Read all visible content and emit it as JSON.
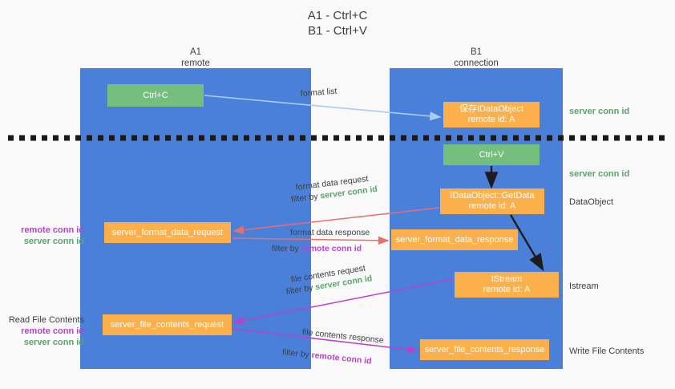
{
  "title": {
    "line1": "A1 - Ctrl+C",
    "line2": "B1 - Ctrl+V"
  },
  "columns": [
    {
      "name": "A1",
      "role": "remote"
    },
    {
      "name": "B1",
      "role": "connection"
    }
  ],
  "boxes": {
    "ctrl_c": {
      "label": "Ctrl+C",
      "color": "#74bf7d",
      "lane": "A1"
    },
    "save_idataobject": {
      "label": "保存IDataObject",
      "sub": "remote id: A",
      "color": "#fbb04c",
      "lane": "B1"
    },
    "ctrl_v": {
      "label": "Ctrl+V",
      "color": "#74bf7d",
      "lane": "B1"
    },
    "getdata": {
      "label": "IDataObject::GetData",
      "sub": "remote id: A",
      "color": "#fbb04c",
      "lane": "B1"
    },
    "format_data_request": {
      "label": "server_format_data_request",
      "color": "#fbb04c",
      "lane": "A1"
    },
    "format_data_response": {
      "label": "server_format_data_response",
      "color": "#fbb04c",
      "lane": "B1"
    },
    "istream": {
      "label": "IStream",
      "sub": "remote id: A",
      "color": "#fbb04c",
      "lane": "B1"
    },
    "file_contents_request": {
      "label": "server_file_contents_request",
      "color": "#fbb04c",
      "lane": "A1"
    },
    "file_contents_response": {
      "label": "server_file_contents_response",
      "color": "#fbb04c",
      "lane": "B1"
    }
  },
  "flows": {
    "format_list": {
      "label": "format list",
      "color": "#a8cdf0"
    },
    "format_data_request": {
      "label": "format data request",
      "filter_prefix": "filter by ",
      "filter_target": "server conn id",
      "color": "#e8706b"
    },
    "format_data_response": {
      "label": "format data response",
      "filter_prefix": "filter by ",
      "filter_target": "remote conn id",
      "color": "#e8706b"
    },
    "file_contents_request": {
      "label": "file contents request",
      "filter_prefix": "filter by ",
      "filter_target": "server conn id",
      "color": "#c council"
    },
    "file_contents_response": {
      "label": "file contents response",
      "filter_prefix": "filter by ",
      "filter_target": "remote conn id",
      "color": "#b744c8"
    }
  },
  "annotations": {
    "right": [
      {
        "text": "server conn id",
        "style": "green"
      },
      {
        "text": "server conn id",
        "style": "green"
      },
      {
        "text": "DataObject",
        "style": "plain"
      },
      {
        "text": "Istream",
        "style": "plain"
      },
      {
        "text": "Write File Contents",
        "style": "plain"
      }
    ],
    "left": {
      "read_file_contents": "Read File Contents",
      "remote_conn_id": "remote conn id",
      "server_conn_id": "server conn id"
    }
  },
  "colors": {
    "lane": "#4a80da",
    "green_box": "#74bf7d",
    "orange_box": "#fbb04c",
    "green_text": "#5aa469",
    "magenta_text": "#b744c8",
    "red_arrow": "#e8706b",
    "purple_arrow": "#b744c8",
    "light_blue_arrow": "#a8cdf0",
    "background": "#f9f9f9",
    "divider": "#1a1a1a"
  }
}
